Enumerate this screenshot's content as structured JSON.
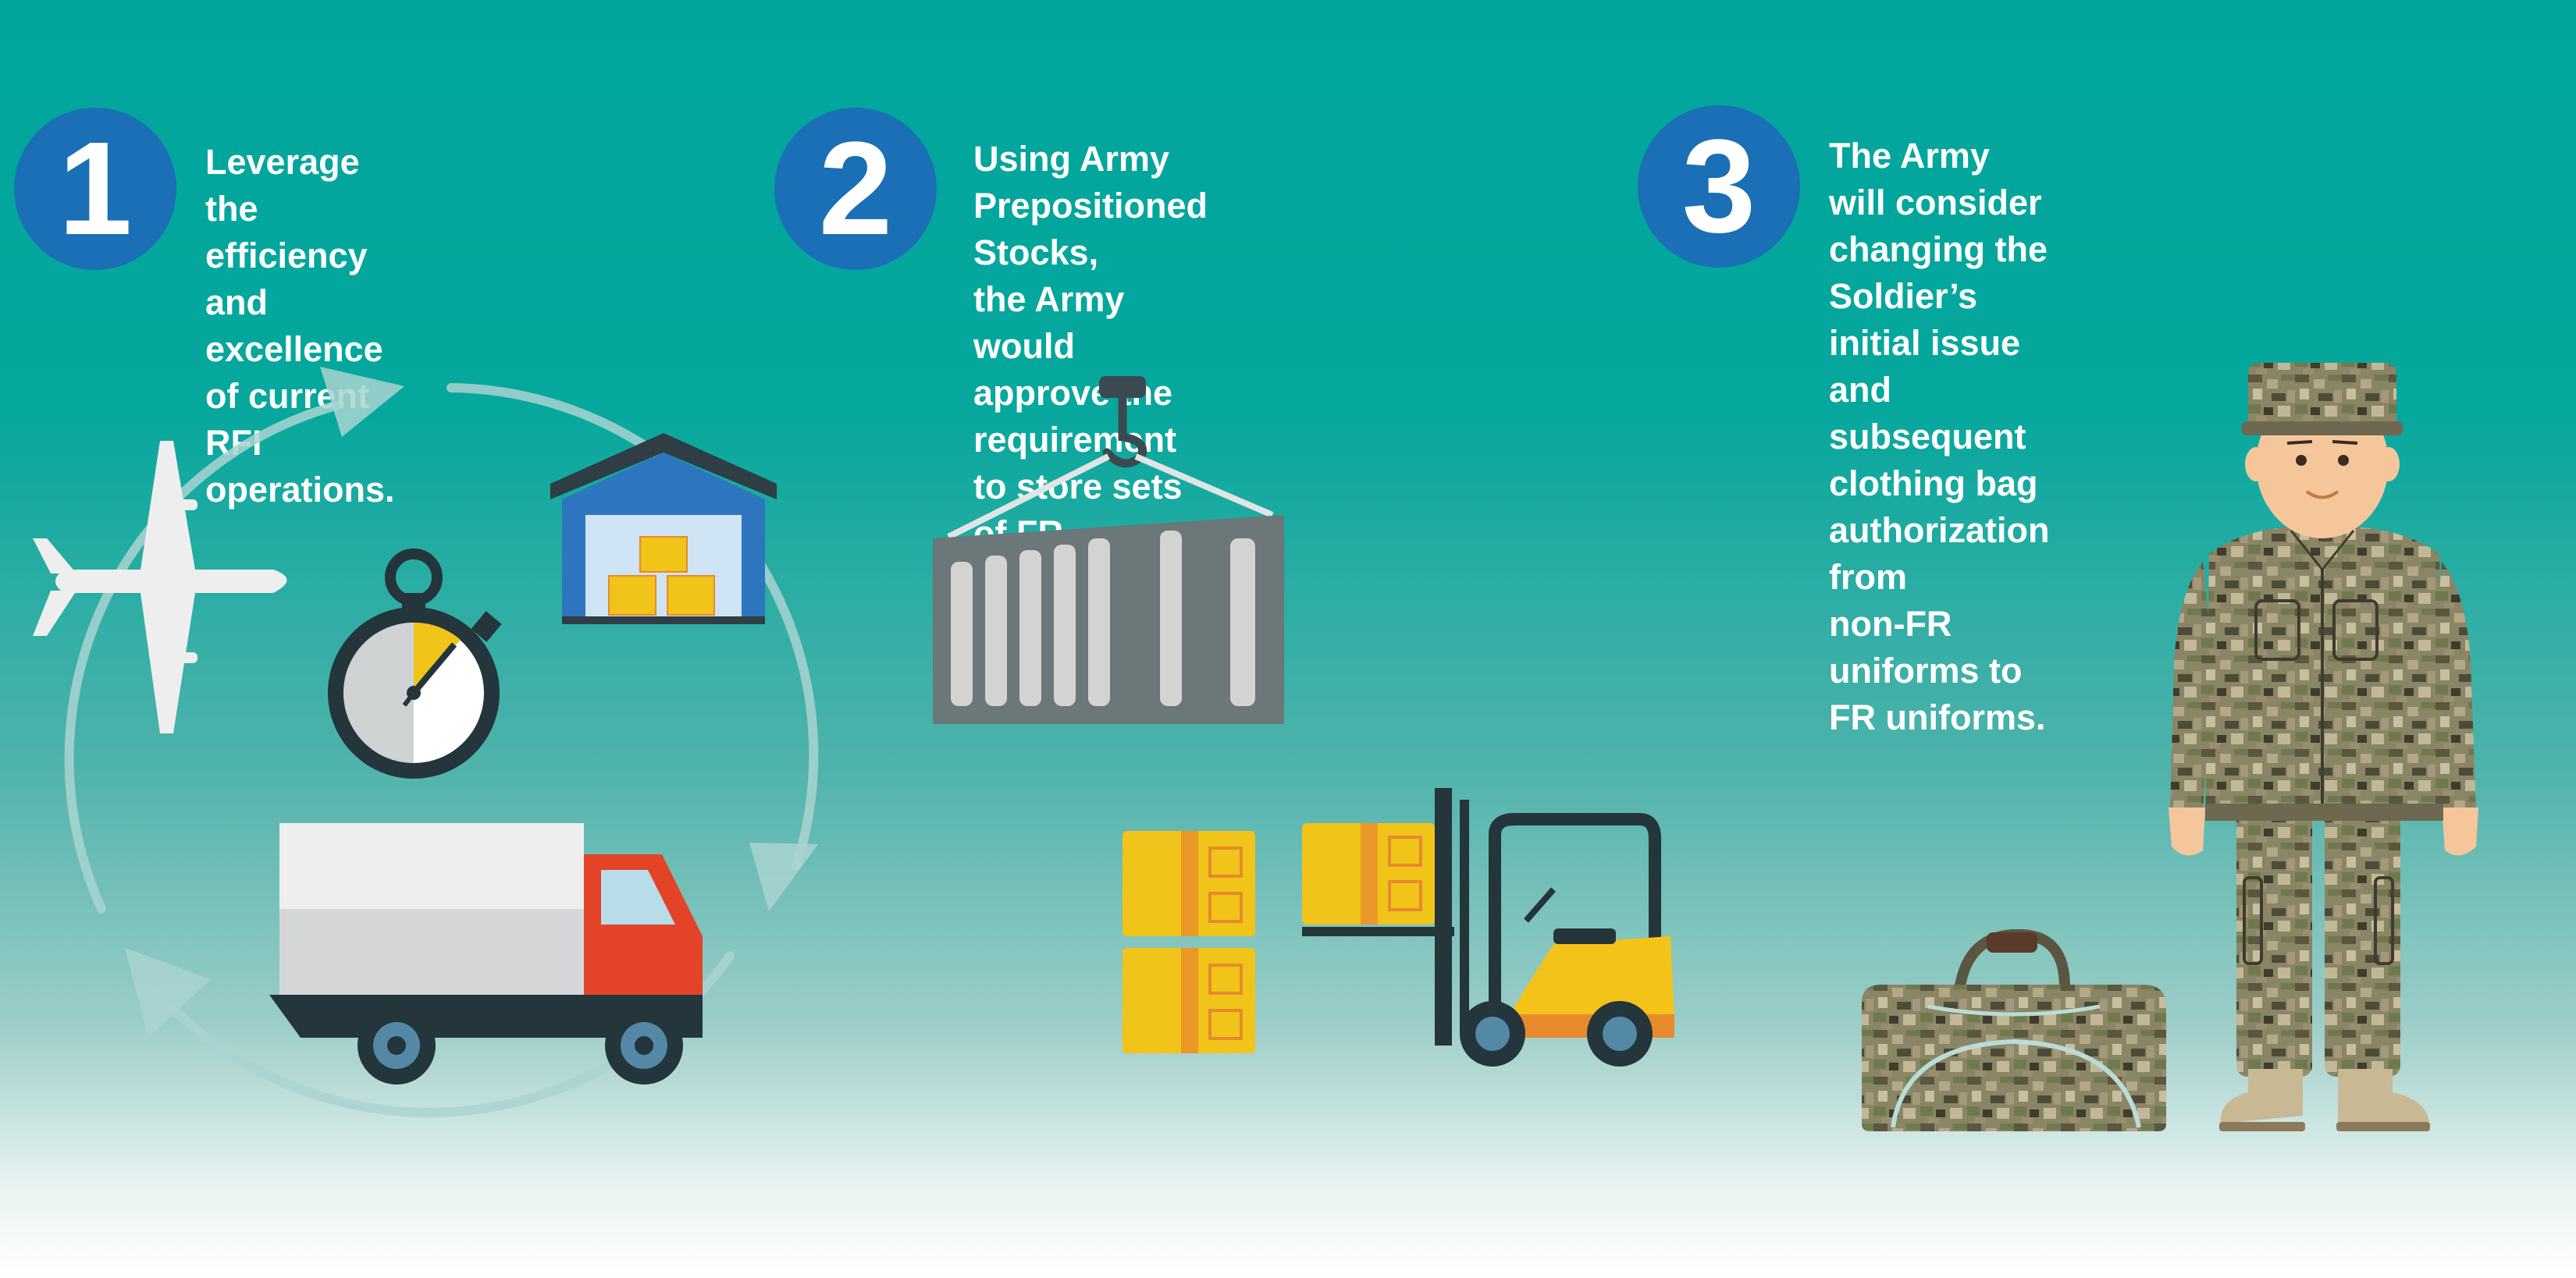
{
  "steps": [
    {
      "number": "1",
      "text": "Leverage the efficiency and\nexcellence of current\nRFI operations."
    },
    {
      "number": "2",
      "text": "Using Army Prepositioned Stocks,\nthe Army would approve the\nrequirement to store sets of FR\nuniforms as contingency stocks."
    },
    {
      "number": "3",
      "text": "The Army will consider changing the\nSoldier’s initial issue and subsequent\nclothing bag authorization from\nnon-FR uniforms to FR uniforms."
    }
  ],
  "colors": {
    "background_top": "#00a69c",
    "badge": "#1a6fb6",
    "text": "#ffffff",
    "box_yellow": "#f0c419",
    "box_orange": "#e8892c",
    "truck_red": "#e34427",
    "dark": "#24353c",
    "container_gray": "#6b7779"
  },
  "icons": [
    "airplane-icon",
    "stopwatch-icon",
    "warehouse-icon",
    "delivery-truck-icon",
    "cycle-arrows-icon",
    "shipping-container-icon",
    "crane-hook-icon",
    "forklift-icon",
    "cardboard-box-icon",
    "soldier-icon",
    "duffel-bag-icon"
  ]
}
